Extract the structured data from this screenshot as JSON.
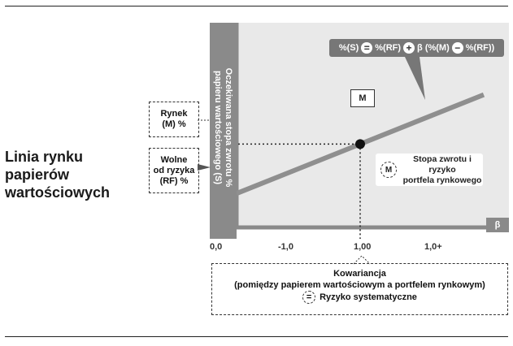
{
  "title": "Linia rynku\npapierów\nwartościowych",
  "y_axis_label": "Oczekiwana stopa zwrotu %\npapieru wartościowego (S)",
  "side_boxes": {
    "market": "Rynek\n(M) %",
    "risk_free": "Wolne\nod ryzyka\n(RF) %"
  },
  "formula": {
    "lhs": "%(S)",
    "eq": "=",
    "term1": "%(RF)",
    "plus": "+",
    "term2": "β (%(M)",
    "minus": "−",
    "term3": "%(RF))"
  },
  "point_label": "M",
  "point_box": {
    "symbol": "M",
    "text": "Stopa zwrotu i ryzyko\nportfela rynkowego"
  },
  "beta_label": "β",
  "covariance": {
    "line1": "Kowariancja",
    "line2": "(pomiędzy papierem wartościowym a portfelem rynkowym)",
    "eq": "=",
    "line3": "Ryzyko systematyczne"
  },
  "chart_data": {
    "type": "line",
    "series": [
      {
        "x": [
          0,
          2
        ],
        "y": [
          0.055,
          0.215
        ]
      }
    ],
    "point": {
      "x": 1,
      "label": "M"
    },
    "x_ticks": [
      "0,0",
      "-1,0",
      "1,00",
      "1,0+"
    ],
    "xlabel": "β",
    "ylabel": "Oczekiwana stopa zwrotu % papieru wartościowego (S)",
    "grid": false
  }
}
